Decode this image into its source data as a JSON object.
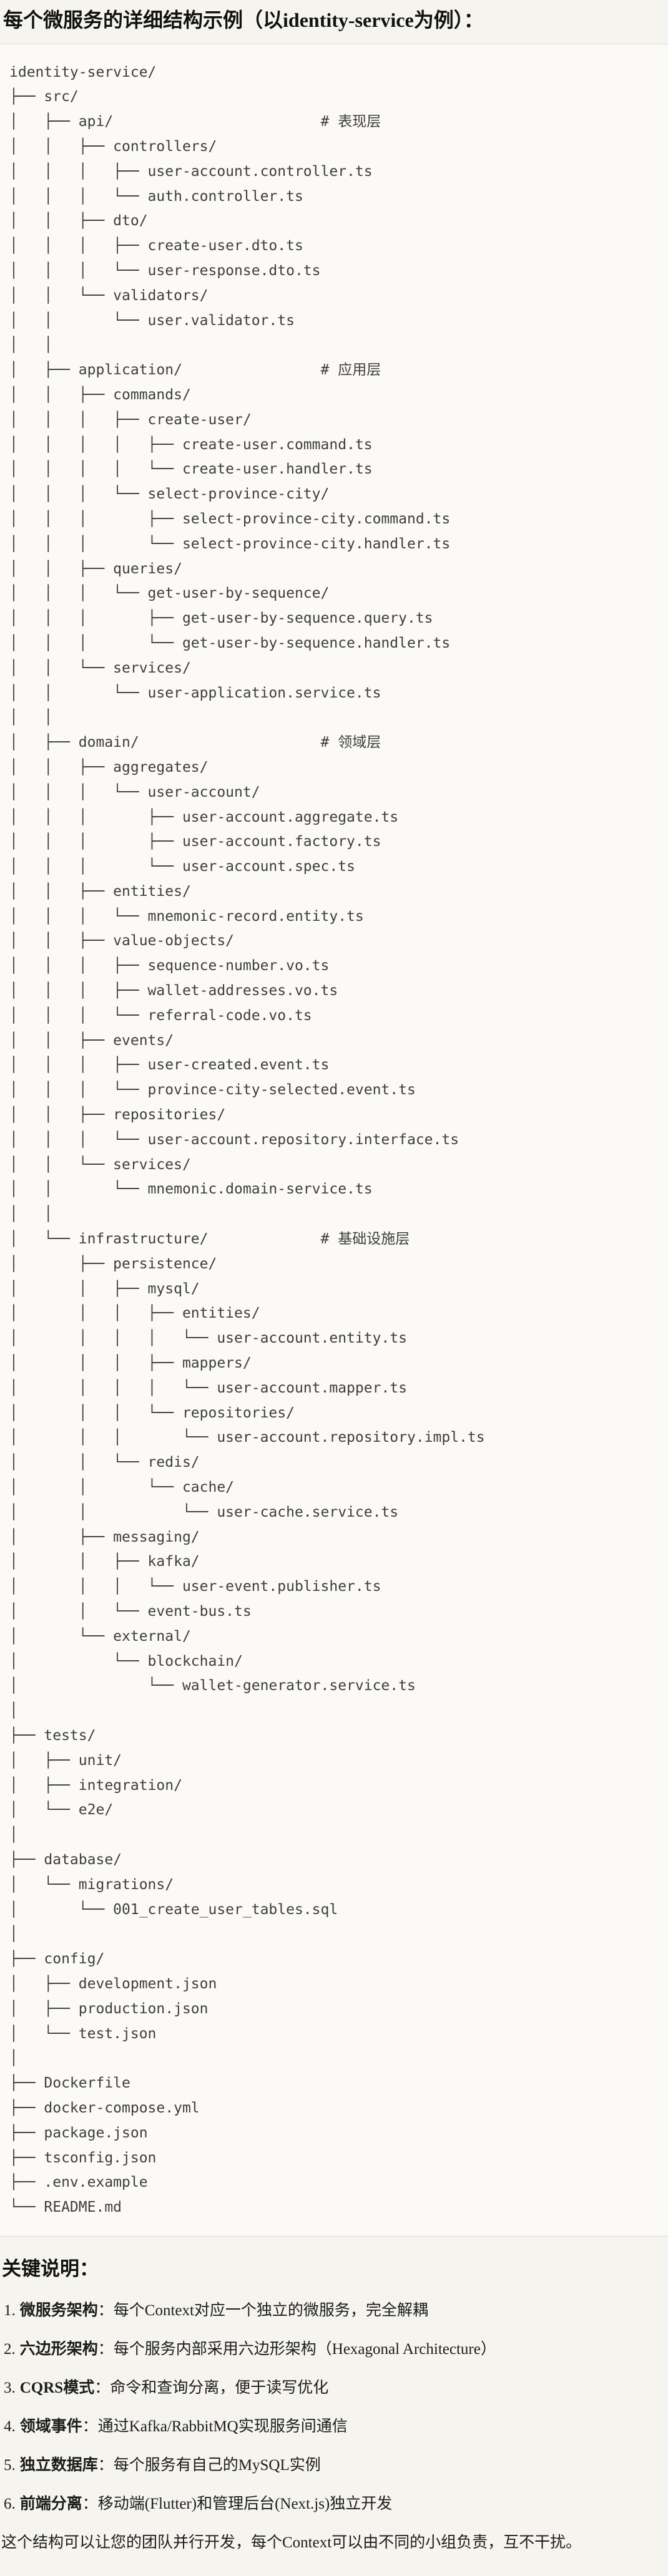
{
  "title": "每个微服务的详细结构示例（以identity-service为例）：",
  "code_block": {
    "tree_lines": [
      "identity-service/",
      "├── src/",
      "│   ├── api/                        # 表现层",
      "│   │   ├── controllers/",
      "│   │   │   ├── user-account.controller.ts",
      "│   │   │   └── auth.controller.ts",
      "│   │   ├── dto/",
      "│   │   │   ├── create-user.dto.ts",
      "│   │   │   └── user-response.dto.ts",
      "│   │   └── validators/",
      "│   │       └── user.validator.ts",
      "│   │",
      "│   ├── application/                # 应用层",
      "│   │   ├── commands/",
      "│   │   │   ├── create-user/",
      "│   │   │   │   ├── create-user.command.ts",
      "│   │   │   │   └── create-user.handler.ts",
      "│   │   │   └── select-province-city/",
      "│   │   │       ├── select-province-city.command.ts",
      "│   │   │       └── select-province-city.handler.ts",
      "│   │   ├── queries/",
      "│   │   │   └── get-user-by-sequence/",
      "│   │   │       ├── get-user-by-sequence.query.ts",
      "│   │   │       └── get-user-by-sequence.handler.ts",
      "│   │   └── services/",
      "│   │       └── user-application.service.ts",
      "│   │",
      "│   ├── domain/                     # 领域层",
      "│   │   ├── aggregates/",
      "│   │   │   └── user-account/",
      "│   │   │       ├── user-account.aggregate.ts",
      "│   │   │       ├── user-account.factory.ts",
      "│   │   │       └── user-account.spec.ts",
      "│   │   ├── entities/",
      "│   │   │   └── mnemonic-record.entity.ts",
      "│   │   ├── value-objects/",
      "│   │   │   ├── sequence-number.vo.ts",
      "│   │   │   ├── wallet-addresses.vo.ts",
      "│   │   │   └── referral-code.vo.ts",
      "│   │   ├── events/",
      "│   │   │   ├── user-created.event.ts",
      "│   │   │   └── province-city-selected.event.ts",
      "│   │   ├── repositories/",
      "│   │   │   └── user-account.repository.interface.ts",
      "│   │   └── services/",
      "│   │       └── mnemonic.domain-service.ts",
      "│   │",
      "│   └── infrastructure/             # 基础设施层",
      "│       ├── persistence/",
      "│       │   ├── mysql/",
      "│       │   │   ├── entities/",
      "│       │   │   │   └── user-account.entity.ts",
      "│       │   │   ├── mappers/",
      "│       │   │   │   └── user-account.mapper.ts",
      "│       │   │   └── repositories/",
      "│       │   │       └── user-account.repository.impl.ts",
      "│       │   └── redis/",
      "│       │       └── cache/",
      "│       │           └── user-cache.service.ts",
      "│       ├── messaging/",
      "│       │   ├── kafka/",
      "│       │   │   └── user-event.publisher.ts",
      "│       │   └── event-bus.ts",
      "│       └── external/",
      "│           └── blockchain/",
      "│               └── wallet-generator.service.ts",
      "│",
      "├── tests/",
      "│   ├── unit/",
      "│   ├── integration/",
      "│   └── e2e/",
      "│",
      "├── database/",
      "│   └── migrations/",
      "│       └── 001_create_user_tables.sql",
      "│",
      "├── config/",
      "│   ├── development.json",
      "│   ├── production.json",
      "│   └── test.json",
      "│",
      "├── Dockerfile",
      "├── docker-compose.yml",
      "├── package.json",
      "├── tsconfig.json",
      "├── .env.example",
      "└── README.md"
    ]
  },
  "notes": {
    "heading": "关键说明：",
    "items": [
      {
        "num": "1.",
        "term": "微服务架构",
        "desc": "：每个Context对应一个独立的微服务，完全解耦"
      },
      {
        "num": "2.",
        "term": "六边形架构",
        "desc": "：每个服务内部采用六边形架构（Hexagonal Architecture）"
      },
      {
        "num": "3.",
        "term": "CQRS模式",
        "desc": "：命令和查询分离，便于读写优化"
      },
      {
        "num": "4.",
        "term": "领域事件",
        "desc": "：通过Kafka/RabbitMQ实现服务间通信"
      },
      {
        "num": "5.",
        "term": "独立数据库",
        "desc": "：每个服务有自己的MySQL实例"
      },
      {
        "num": "6.",
        "term": "前端分离",
        "desc": "：移动端(Flutter)和管理后台(Next.js)独立开发"
      }
    ],
    "footer": "这个结构可以让您的团队并行开发，每个Context可以由不同的小组负责，互不干扰。"
  }
}
